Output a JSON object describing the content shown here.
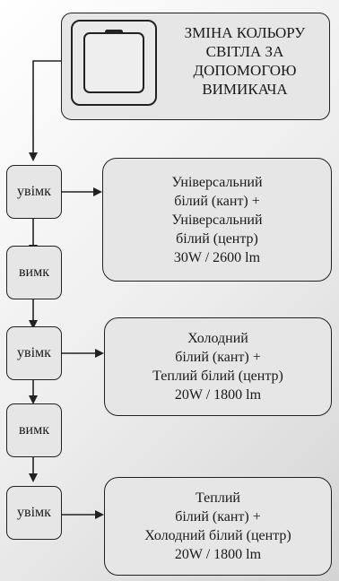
{
  "header": {
    "title": "ЗМІНА КОЛЬОРУ\nСВІТЛА ЗА\nДОПОМОГОЮ\nВИМИКАЧА",
    "icon": "wall-switch-icon"
  },
  "states": [
    "увімк",
    "вимк",
    "увімк",
    "вимк",
    "увімк"
  ],
  "modes": [
    "Універсальний\nбілий (кант) +\nУніверсальний\nбілий (центр)\n30W / 2600 lm",
    "Холодний\nбілий (кант) +\nТеплий білий (центр)\n20W / 1800 lm",
    "Теплий\nбілий (кант) +\nХолодний білий (центр)\n20W / 1800 lm"
  ],
  "colors": {
    "stroke": "#222222",
    "box_fill": "#e6e6e6"
  }
}
